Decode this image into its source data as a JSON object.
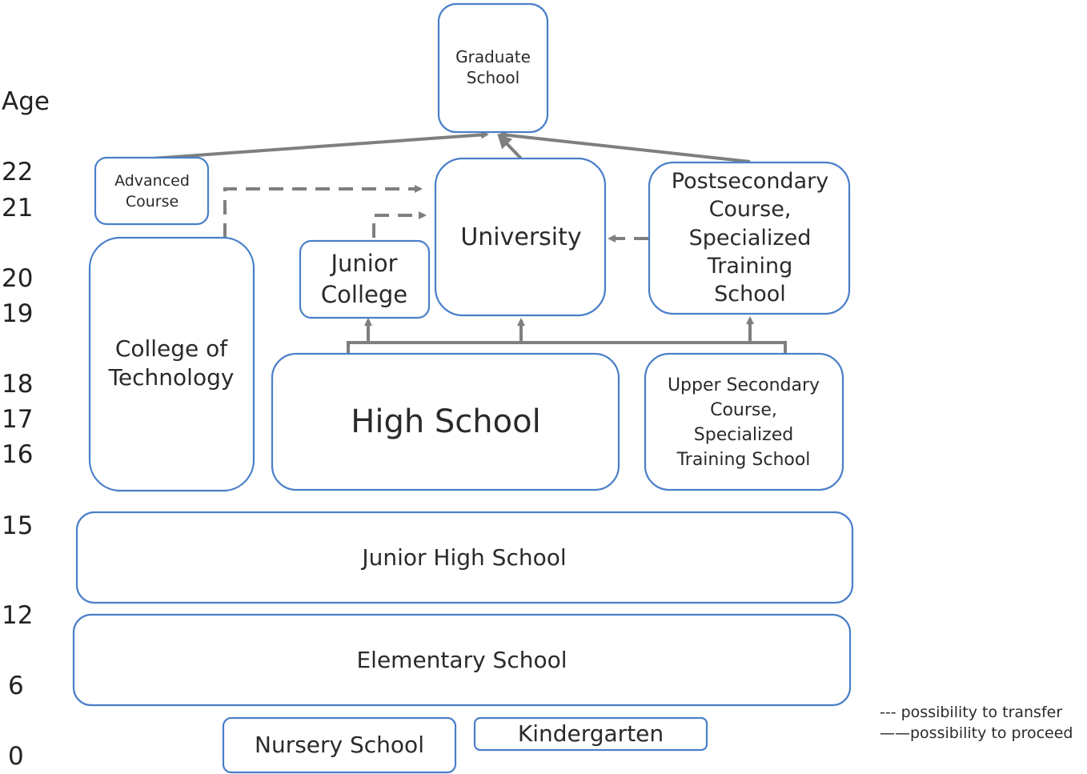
{
  "ages": {
    "header": "Age",
    "a22": "22",
    "a21": "21",
    "a20": "20",
    "a19": "19",
    "a18": "18",
    "a17": "17",
    "a16": "16",
    "a15": "15",
    "a12": "12",
    "a6": "6",
    "a0": "0"
  },
  "schools": {
    "graduate": [
      "Graduate",
      "School"
    ],
    "advanced": [
      "Advanced",
      "Course"
    ],
    "university": "University",
    "postsecondary": [
      "Postsecondary",
      "Course,",
      "Specialized",
      "Training",
      "School"
    ],
    "junior_college": [
      "Junior",
      "College"
    ],
    "tech": [
      "College of",
      "Technology"
    ],
    "high_school": "High School",
    "upper_secondary": [
      "Upper Secondary",
      "Course,",
      "Specialized",
      "Training School"
    ],
    "junior_high": "Junior High School",
    "elementary": "Elementary School",
    "nursery": "Nursery School",
    "kindergarten": "Kindergarten"
  },
  "legend": {
    "transfer": "--- possibility to transfer",
    "proceed": "——possibility to proceed"
  },
  "colors": {
    "box_border": "#4a7fc9",
    "arrow": "#7f7f7f"
  }
}
